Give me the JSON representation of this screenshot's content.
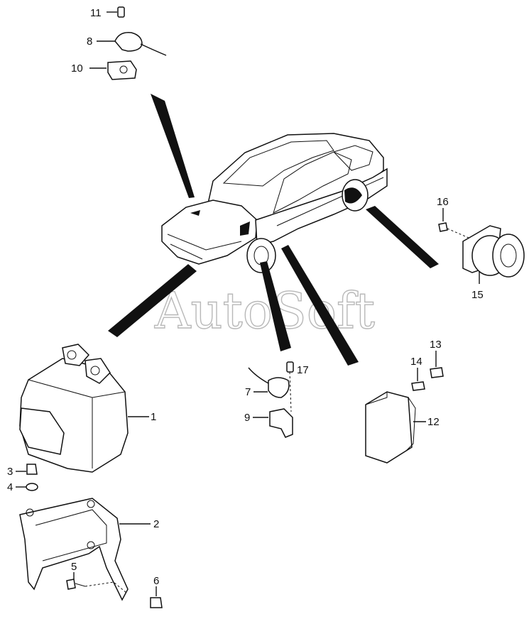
{
  "watermark": "AutoSoft",
  "callouts": [
    {
      "id": "11",
      "label": "11"
    },
    {
      "id": "8",
      "label": "8"
    },
    {
      "id": "10",
      "label": "10"
    },
    {
      "id": "16",
      "label": "16"
    },
    {
      "id": "15",
      "label": "15"
    },
    {
      "id": "1",
      "label": "1"
    },
    {
      "id": "2",
      "label": "2"
    },
    {
      "id": "3",
      "label": "3"
    },
    {
      "id": "4",
      "label": "4"
    },
    {
      "id": "5",
      "label": "5"
    },
    {
      "id": "6",
      "label": "6"
    },
    {
      "id": "17",
      "label": "17"
    },
    {
      "id": "7",
      "label": "7"
    },
    {
      "id": "9",
      "label": "9"
    },
    {
      "id": "13",
      "label": "13"
    },
    {
      "id": "14",
      "label": "14"
    },
    {
      "id": "12",
      "label": "12"
    }
  ]
}
